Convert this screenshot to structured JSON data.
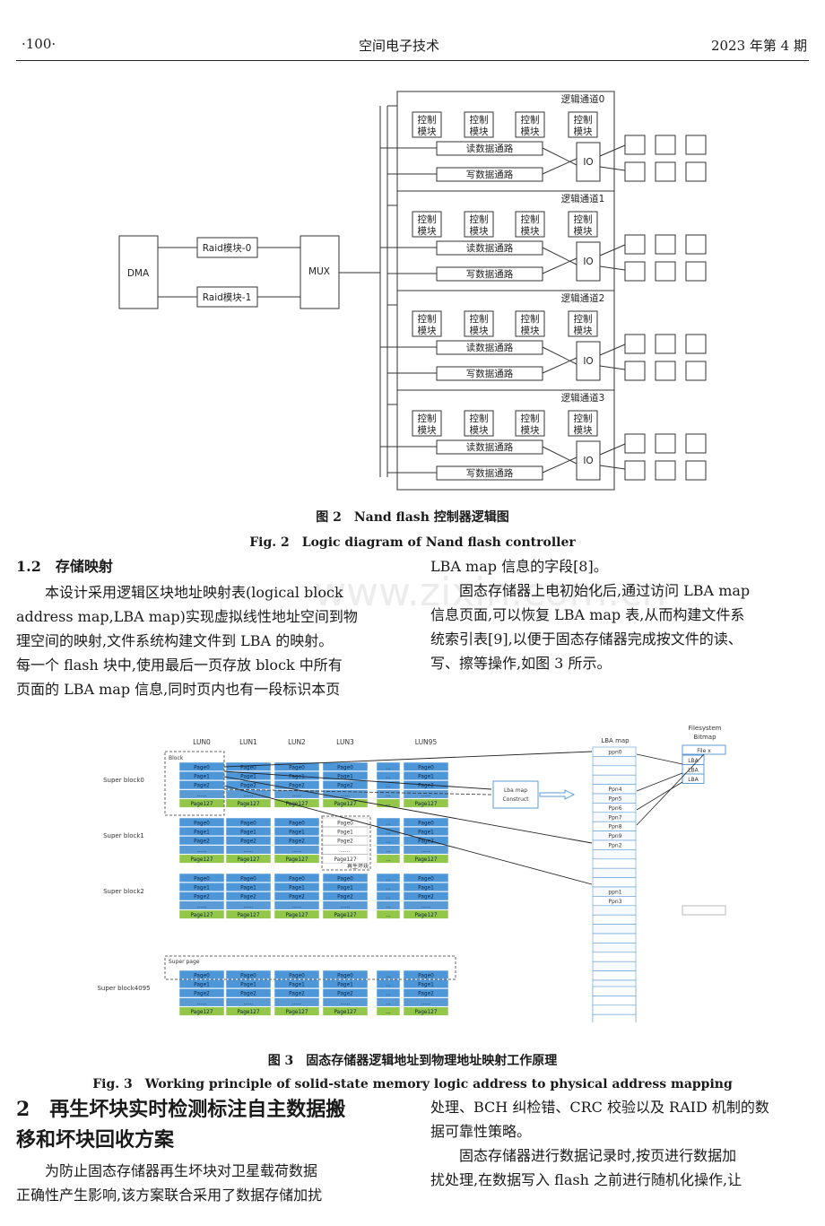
{
  "header": {
    "page": "·100·",
    "journal": "空间电子技术",
    "issue": "2023 年第 4 期"
  },
  "figure2": {
    "dma": "DMA",
    "raid0": "Raid模块-0",
    "raid1": "Raid模块-1",
    "mux": "MUX",
    "channels": [
      "逻辑通道0",
      "逻辑通道1",
      "逻辑通道2",
      "逻辑通道3"
    ],
    "ctrl_top": "控制",
    "ctrl_bottom": "模块",
    "read_path": "读数据通路",
    "write_path": "写数据通路",
    "io": "IO",
    "caption_cn": "图 2　Nand flash 控制器逻辑图",
    "caption_en": "Fig. 2　Logic diagram of Nand flash controller"
  },
  "section12": {
    "title": "1.2　存储映射"
  },
  "paragraphs": {
    "left1": [
      "本设计采用逻辑区块地址映射表(logical block",
      "address map,LBA map)实现虚拟线性地址空间到物",
      "理空间的映射,文件系统构建文件到 LBA 的映射。",
      "每一个 flash 块中,使用最后一页存放 block 中所有",
      "页面的 LBA map 信息,同时页内也有一段标识本页"
    ],
    "right1": [
      "LBA map 信息的字段[8]。",
      "固态存储器上电初始化后,通过访问 LBA map",
      "信息页面,可以恢复 LBA map 表,从而构建文件系",
      "统索引表[9],以便于固态存储器完成按文件的读、",
      "写、擦等操作,如图 3 所示。"
    ],
    "left2": [
      "为防止固态存储器再生坏块对卫星载荷数据",
      "正确性产生影响,该方案联合采用了数据存储加扰"
    ],
    "right2": [
      "处理、BCH 纠检错、CRC 校验以及 RAID 机制的数",
      "据可靠性策略。",
      "固态存储器进行数据记录时,按页进行数据加",
      "扰处理,在数据写入 flash 之前进行随机化操作,让"
    ]
  },
  "figure3": {
    "luns": [
      "LUN0",
      "LUN1",
      "LUN2",
      "LUN3",
      "LUN95"
    ],
    "superblocks": [
      "Super block0",
      "Super block1",
      "Super block2",
      "Super block4095"
    ],
    "pages": [
      "Page0",
      "Page1",
      "Page2",
      "......",
      "Page127"
    ],
    "dots": "...",
    "block_label": "Block",
    "superpage_label": "Super page",
    "regen_bad": "再生坏块",
    "lbamap_title": "LBA map",
    "ppn_labels": [
      "ppn0",
      "Ppn4",
      "Ppn5",
      "Ppn6",
      "Ppn7",
      "Ppn8",
      "Ppn9",
      "Ppn2",
      "ppn1",
      "Ppn3"
    ],
    "fs_title1": "Filesystem",
    "fs_title2": "Bitmap",
    "fs_file": "File x",
    "fs_lba": "LBA",
    "construct1": "Lba map",
    "construct2": "Construct",
    "caption_cn": "图 3　固态存储器逻辑地址到物理地址映射工作原理",
    "caption_en": "Fig. 3　Working principle of solid-state memory logic address to physical address mapping"
  },
  "section2": {
    "title_line1": "2　再生坏块实时检测标注自主数据搬",
    "title_line2": "移和坏块回收方案"
  },
  "watermark": "www.zixin.com.cn"
}
